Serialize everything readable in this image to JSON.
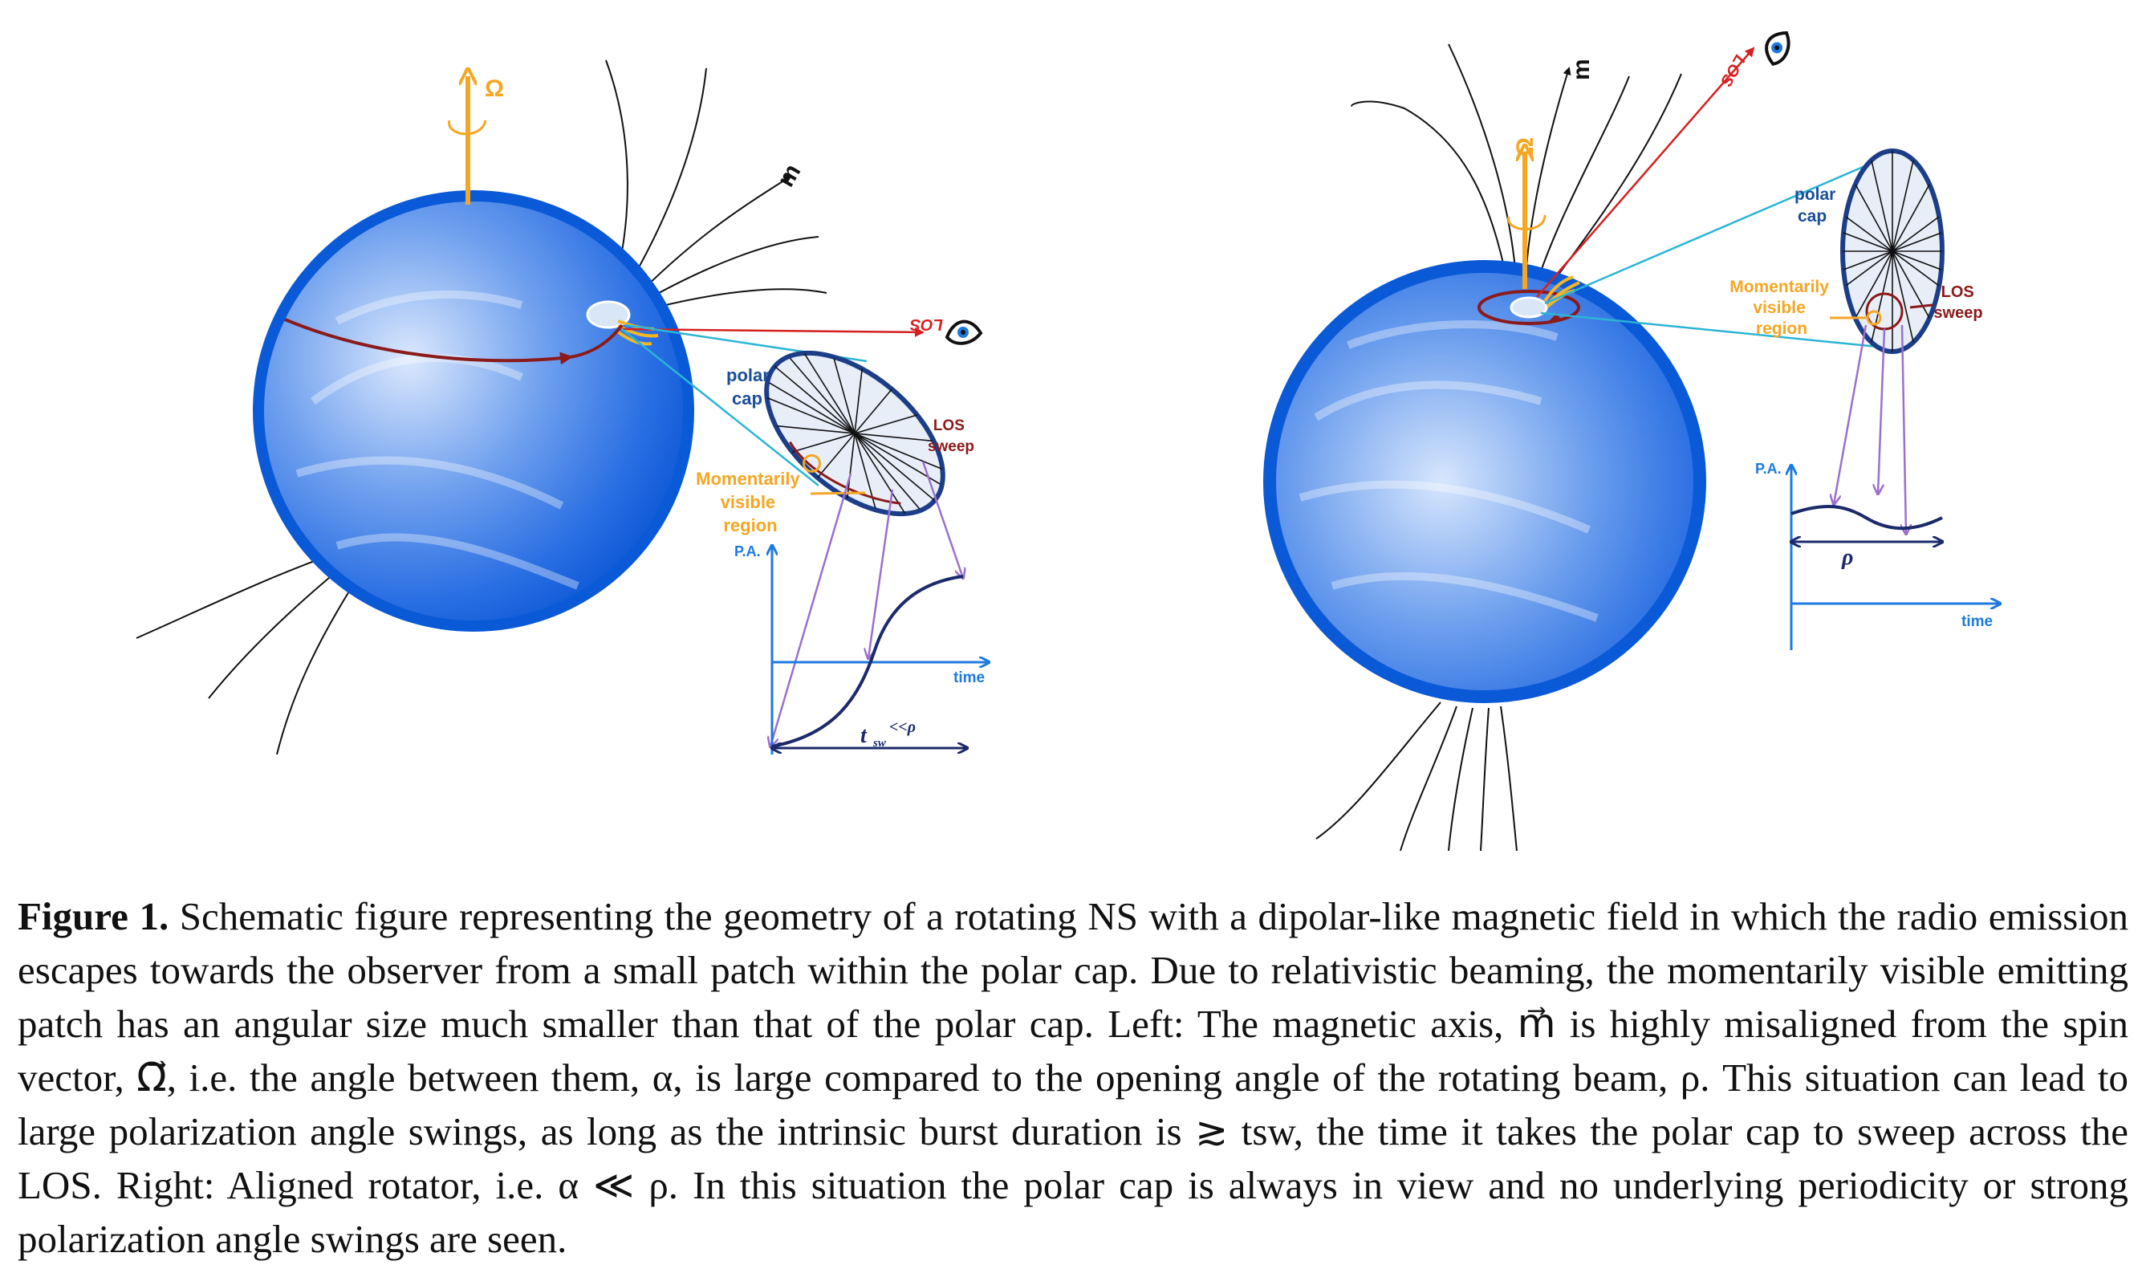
{
  "left_panel": {
    "polar_cap": [
      "polar",
      "cap"
    ],
    "los_label": "LOS",
    "los_sweep": [
      "LOS",
      "sweep"
    ],
    "visible_region": [
      "Momentarily",
      "visible",
      "region"
    ],
    "pa_axis": "P.A.",
    "time_axis": "time",
    "tsw_label": "t",
    "tsw_sub": "sw",
    "tsw_rest": "<<ρ",
    "omega_symbol": "Ω",
    "m_symbol": "m"
  },
  "right_panel": {
    "polar_cap": [
      "polar",
      "cap"
    ],
    "los_label": "LOS",
    "los_sweep": [
      "LOS",
      "sweep"
    ],
    "visible_region": [
      "Momentarily",
      "visible",
      "region"
    ],
    "pa_axis": "P.A.",
    "time_axis": "time",
    "rho_label": "ρ",
    "omega_symbol": "Ω",
    "m_symbol": "m"
  },
  "colors": {
    "star_dark": "#0a5ad8",
    "star_light": "#cfe0fb",
    "spin_axis": "#f5a623",
    "los_line": "#d62020",
    "sweep_curve": "#8b1a1a",
    "cap_label": "#1a4e9a",
    "visible_region": "#f5a623",
    "beam_line": "#2bb5d6",
    "projection_arrow": "#9b6fcf",
    "pa_curve": "#1c2a6b",
    "axis_blue": "#1e7ae0"
  },
  "caption": {
    "label": "Figure 1.",
    "text": "Schematic figure representing the geometry of a rotating NS with a dipolar-like magnetic field in which the radio emission escapes towards the observer from a small patch within the polar cap. Due to relativistic beaming, the momentarily visible emitting patch has an angular size much smaller than that of the polar cap. Left: The magnetic axis, m⃗ is highly misaligned from the spin vector, Ω⃗, i.e. the angle between them, α, is large compared to the opening angle of the rotating beam, ρ. This situation can lead to large polarization angle swings, as long as the intrinsic burst duration is ≳ tsw, the time it takes the polar cap to sweep across the LOS. Right: Aligned rotator, i.e. α ≪ ρ. In this situation the polar cap is always in view and no underlying periodicity or strong polarization angle swings are seen."
  }
}
